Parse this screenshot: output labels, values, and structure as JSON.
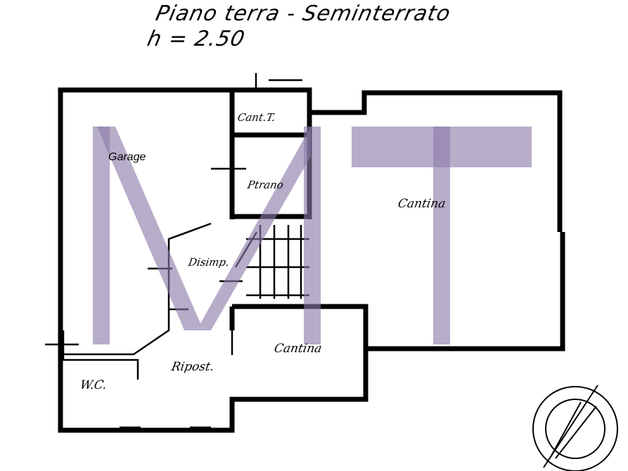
{
  "header": {
    "title": "Piano terra - Seminterrato",
    "height_label": "h = 2.50"
  },
  "rooms": {
    "garage": "Garage",
    "cantina_tecnica": "Cant.T.",
    "room_small": "Ptrano",
    "disimpegno": "Disimp.",
    "cantina_large": "Cantina",
    "cantina_small": "Cantina",
    "ripostiglio": "Ripost.",
    "wc": "W.C."
  },
  "watermark": {
    "text": "MT",
    "color": "#8a7aa8"
  },
  "compass": {
    "icon": "north-arrow-icon"
  },
  "colors": {
    "walls": "#000000",
    "background": "#ffffff",
    "watermark": "#8a7aa8"
  }
}
